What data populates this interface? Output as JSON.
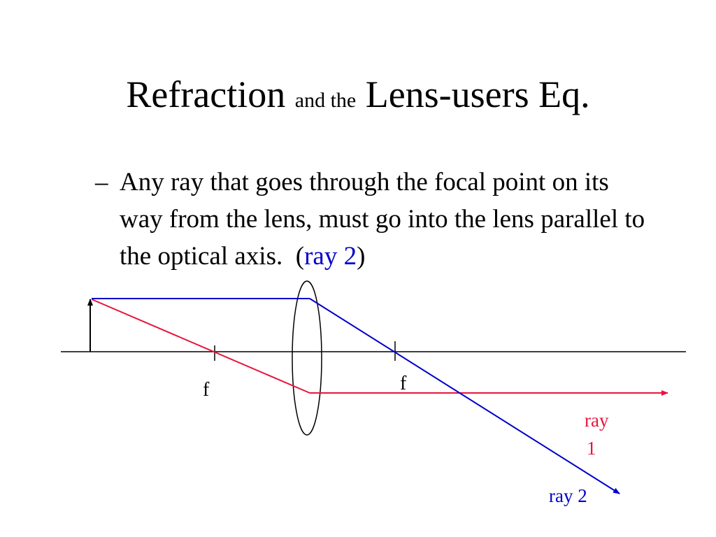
{
  "slide": {
    "title_part1": "Refraction",
    "title_part2": "and the",
    "title_part3": "Lens-users Eq.",
    "bullet_dash": "–",
    "bullet_text": "Any ray that goes through the focal point on its way from the lens, must go into the lens parallel to the optical axis.",
    "bullet_paren_open": "(",
    "bullet_ray_ref": "ray 2",
    "bullet_paren_close": ")"
  },
  "diagram": {
    "focal_label_left": "f",
    "focal_label_right": "f",
    "ray1_label_line1": "ray",
    "ray1_label_line2": "1",
    "ray2_label": "ray 2"
  },
  "colors": {
    "ray1": "#e8143c",
    "ray2": "#0000cc",
    "axis": "#000000",
    "text": "#000000"
  }
}
